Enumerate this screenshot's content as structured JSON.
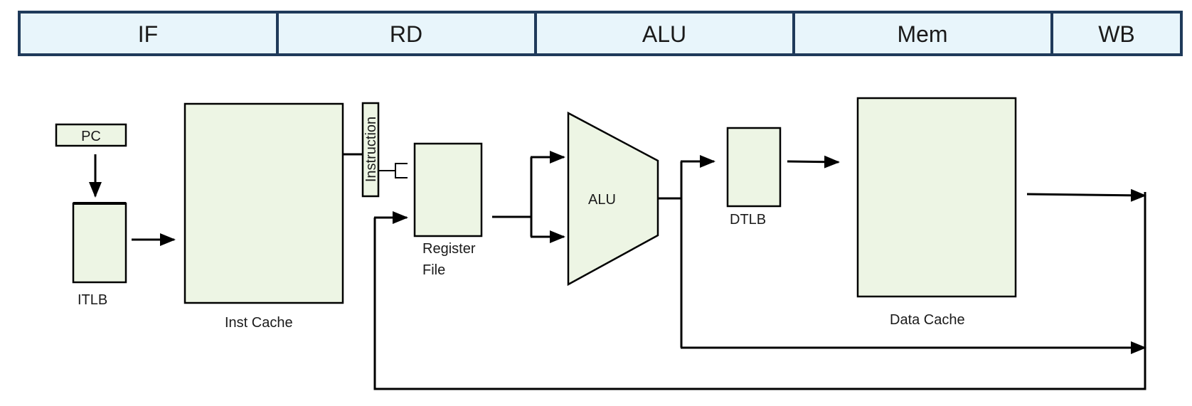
{
  "stages": [
    "IF",
    "RD",
    "ALU",
    "Mem",
    "WB"
  ],
  "blocks": {
    "pc": "PC",
    "itlb": "ITLB",
    "inst_cache": "Inst Cache",
    "instruction": "Instruction",
    "register_file": [
      "Register",
      "File"
    ],
    "alu": "ALU",
    "dtlb": "DTLB",
    "data_cache": "Data Cache"
  },
  "colors": {
    "stage_fill": "#e8f5fb",
    "stage_border": "#1f3a5a",
    "block_fill": "#edf5e4",
    "line": "#000000"
  }
}
